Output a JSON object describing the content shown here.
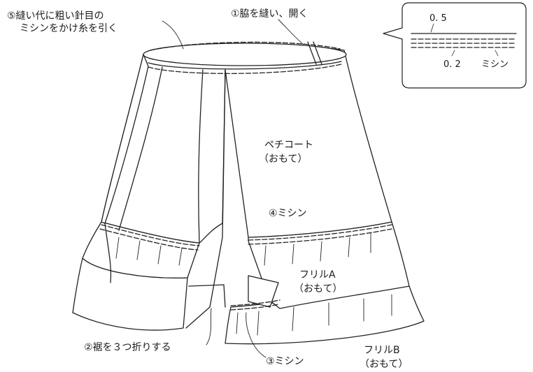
{
  "labels": {
    "step5_line1": "⑤縫い代に粗い針目の",
    "step5_line2": "ミシンをかけ糸を引く",
    "step1": "①脇を縫い、開く",
    "petticoat_line1": "ペチコート",
    "petticoat_line2": "（おもて）",
    "step4": "④ミシン",
    "frill_a_line1": "フリルA",
    "frill_a_line2": "（おもて）",
    "step2": "②裾を３つ折りする",
    "step3": "③ミシン",
    "frill_b_line1": "フリルB",
    "frill_b_line2": "（おもて）"
  },
  "detail_callout": {
    "measure_top": "0. 5",
    "measure_bottom": "0. 2",
    "stitch_label": "ミシン"
  }
}
